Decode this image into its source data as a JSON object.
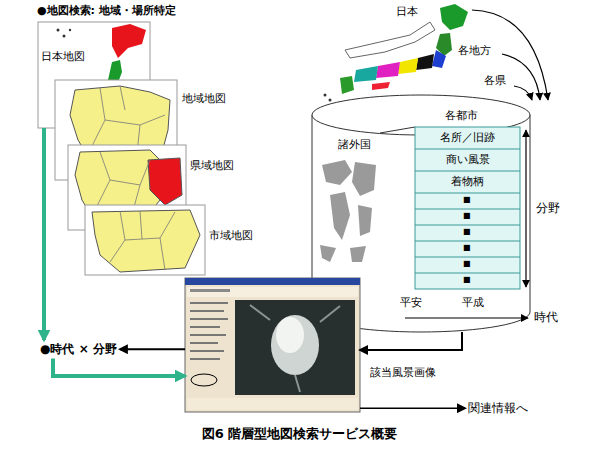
{
  "diagram": {
    "title": "●地図検索: 地域・場所特定",
    "caption": "図6 階層型地図検索サービス概要",
    "nodes": [
      {
        "text": [
          "日本地図"
        ]
      },
      {
        "text": [
          "地域地図"
        ]
      },
      {
        "text": [
          "県域地図"
        ]
      },
      {
        "text": [
          "市域地図"
        ]
      },
      {
        "text": [
          "諸外国"
        ]
      },
      {
        "text": [
          "各都市"
        ],
        "in": 4
      },
      {
        "text": [
          "名所／旧跡"
        ],
        "in": 5
      },
      {
        "text": [
          "商い風景"
        ],
        "in": 5
      },
      {
        "text": [
          "着物柄"
        ],
        "in": 5
      },
      {
        "text": [
          "●時代 × 分野"
        ]
      },
      {
        "text": [
          "該当風景画像"
        ]
      },
      {
        "text": [
          "関連情報へ"
        ]
      }
    ],
    "edges": [
      {
        "from": 0,
        "to": 9,
        "arrow": "to"
      },
      {
        "from": 9,
        "to": 10,
        "arrow": "to"
      },
      {
        "from": 10,
        "to": 9,
        "arrow": "to"
      },
      {
        "from": 4,
        "to": 10,
        "arrow": "to"
      },
      {
        "from": 10,
        "to": 11,
        "arrow": "to"
      }
    ],
    "labels": [
      "日本",
      "各地方",
      "各県",
      "■",
      "■",
      "■",
      "■",
      "■",
      "■",
      "分野",
      "平安",
      "平成",
      "時代"
    ]
  }
}
